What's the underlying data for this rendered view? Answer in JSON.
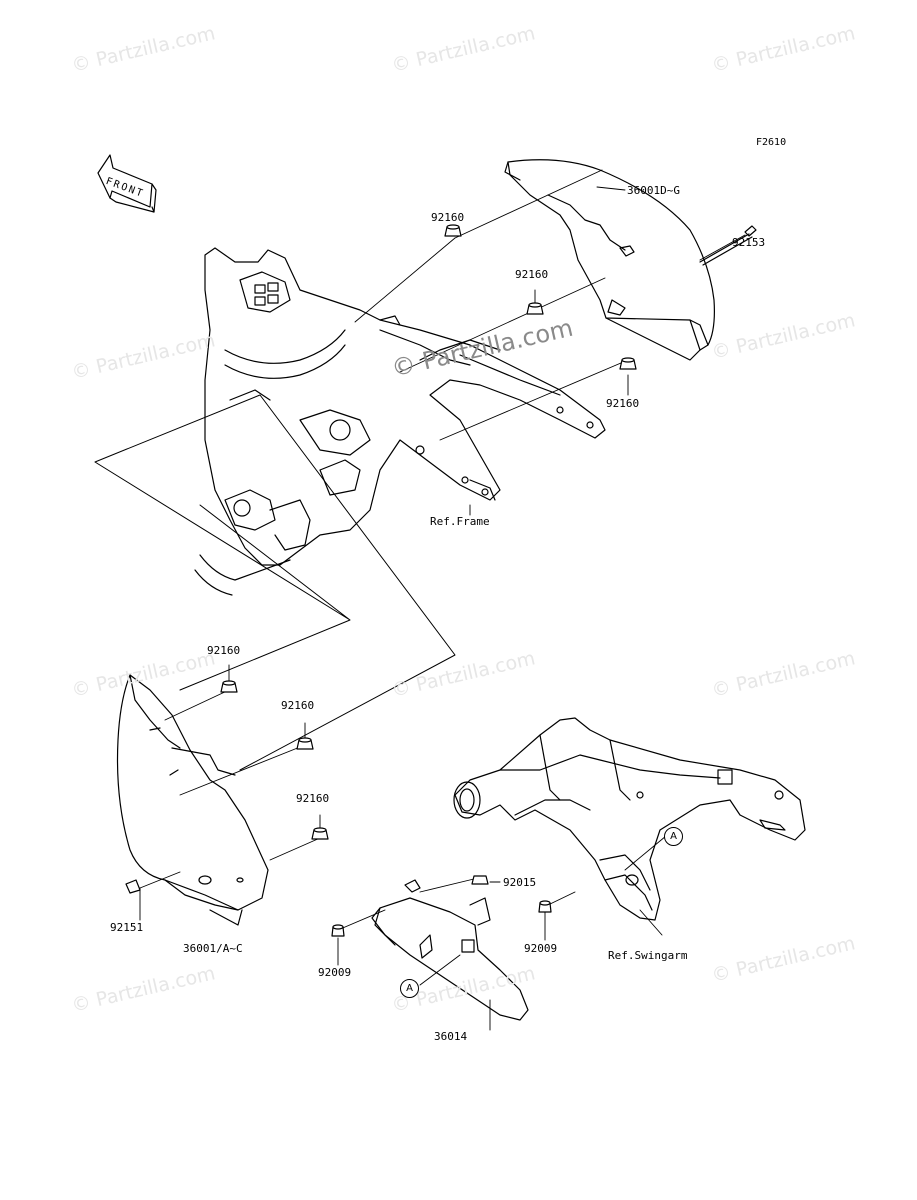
{
  "figure_code": "F2610",
  "front_label": "FRONT",
  "watermarks": {
    "text": "© Partzilla.com",
    "center_text": "© Partzilla.com"
  },
  "callouts": {
    "p1": "36001D~G",
    "p2": "92160",
    "p3": "92153",
    "p4": "92160",
    "p5": "92160",
    "p6": "Ref.Frame",
    "p7": "92160",
    "p8": "92160",
    "p9": "92160",
    "p10": "92151",
    "p11": "36001/A~C",
    "p12": "92015",
    "p13": "92009",
    "p14": "92009",
    "p15": "Ref.Swingarm",
    "p16": "36014"
  },
  "ref_markers": {
    "a1": "A",
    "a2": "A"
  }
}
